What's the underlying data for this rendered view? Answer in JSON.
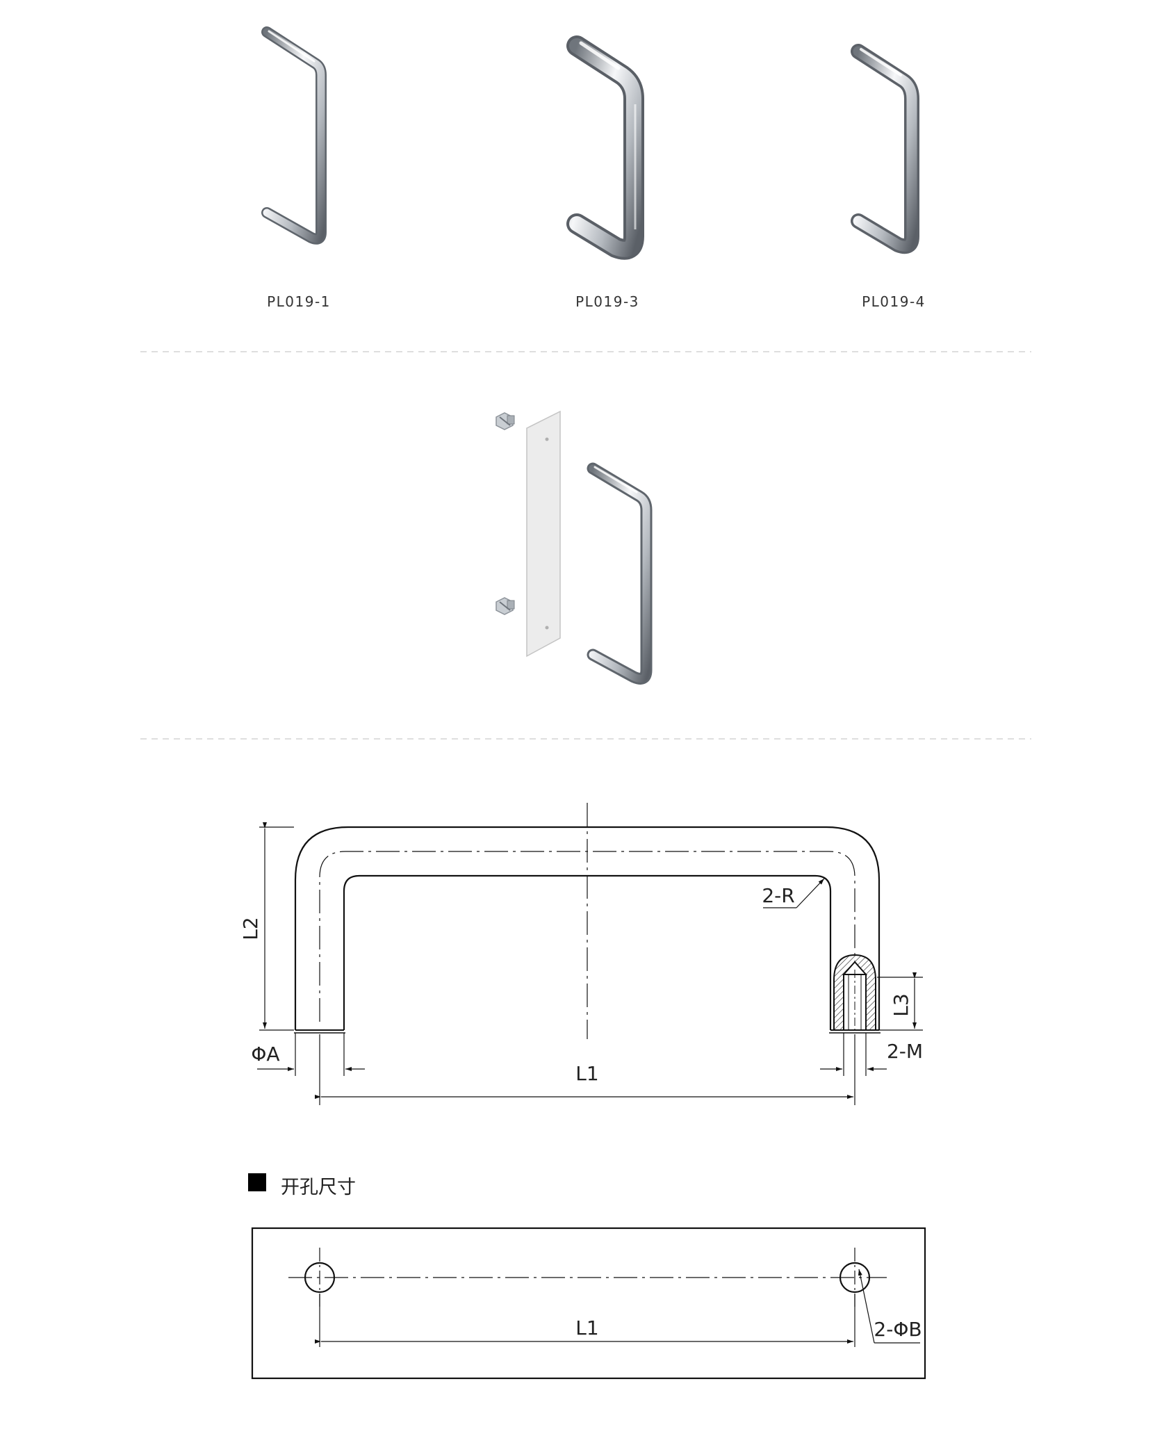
{
  "products": [
    {
      "code": "PL019-1"
    },
    {
      "code": "PL019-3"
    },
    {
      "code": "PL019-4"
    }
  ],
  "drawing": {
    "labels": {
      "l1": "L1",
      "l2": "L2",
      "l3": "L3",
      "radius": "2-R",
      "dia_a": "ΦA",
      "thread": "2-M"
    }
  },
  "cutout": {
    "title": "开孔尺寸",
    "labels": {
      "l1": "L1",
      "hole": "2-ΦB"
    }
  },
  "colors": {
    "line": "#111111",
    "divider": "#cfcfcf",
    "metal_dark": "#6d7278",
    "metal_light": "#f2f4f6"
  }
}
